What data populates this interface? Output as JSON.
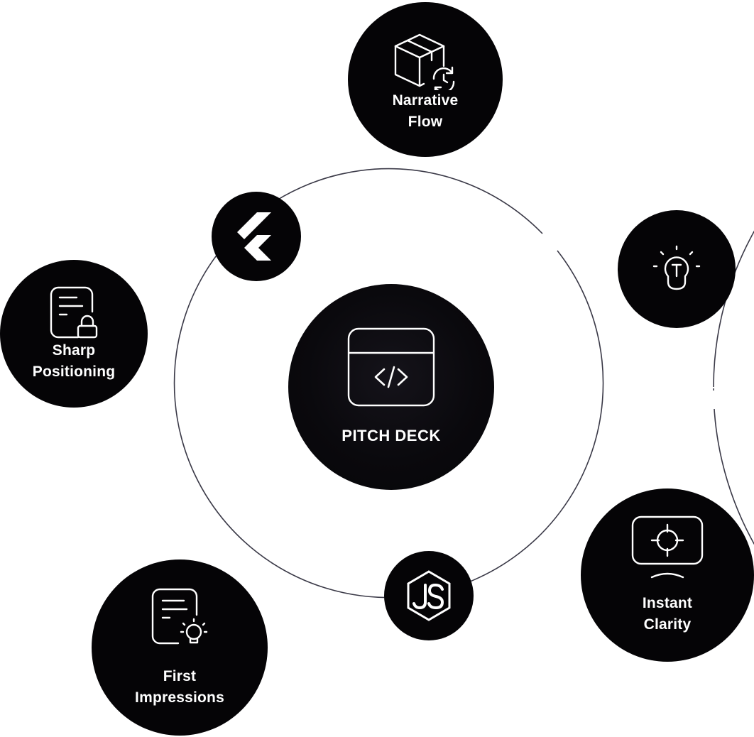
{
  "center": {
    "label": "PITCH DECK",
    "icon": "code-window-icon"
  },
  "outer_nodes": [
    {
      "id": "narrative",
      "lines": [
        "Narrative",
        "Flow"
      ],
      "icon": "package-refresh-icon"
    },
    {
      "id": "sharp",
      "lines": [
        "Sharp",
        "Positioning"
      ],
      "icon": "document-lock-icon"
    },
    {
      "id": "first",
      "lines": [
        "First",
        "Impressions"
      ],
      "icon": "document-bulb-icon"
    },
    {
      "id": "instant",
      "lines": [
        "Instant",
        "Clarity"
      ],
      "icon": "monitor-target-icon"
    },
    {
      "id": "idea",
      "lines": [],
      "icon": "lightbulb-t-icon"
    }
  ],
  "inner_nodes": [
    {
      "id": "flutter",
      "icon": "flutter-logo-icon"
    },
    {
      "id": "nodejs",
      "icon": "nodejs-logo-icon"
    }
  ],
  "colors": {
    "node_fill": "#050406",
    "orbit_stroke": "#3a3947",
    "text": "#ffffff"
  }
}
